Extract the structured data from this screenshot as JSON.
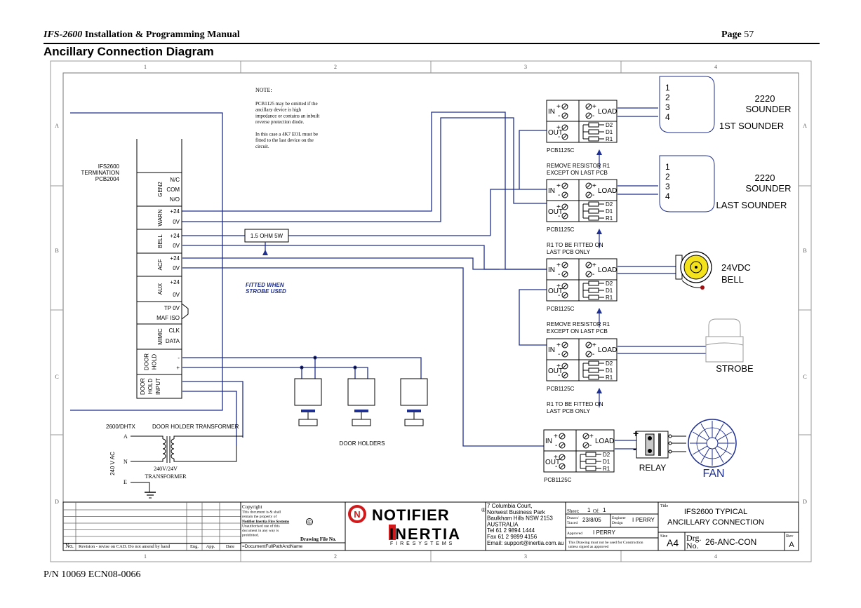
{
  "header": {
    "manual_model": "IFS-2600",
    "manual_rest": " Installation & Programming Manual",
    "page_label": "Page",
    "page_number": "57",
    "title": "Ancillary Connection Diagram"
  },
  "footer": {
    "part_number": "P/N 10069 ECN08-0066"
  },
  "grid": {
    "columns": [
      "1",
      "2",
      "3",
      "4"
    ],
    "rows": [
      "A",
      "B",
      "C",
      "D"
    ]
  },
  "note": {
    "title": "NOTE:",
    "lines": [
      "PCB1125 may be omitted if the",
      "ancillary device is high",
      "impedance or contains an inbuilt",
      "reverse protection diode.",
      "",
      "In this case a 4K7 EOL must be",
      "fitted to the last device on the",
      "circuit."
    ]
  },
  "termination": {
    "label": [
      "IFS2600",
      "TERMINATION",
      "PCB2004"
    ],
    "groups": [
      {
        "name": "GEN2",
        "terms": [
          "N/C",
          "COM",
          "N/O"
        ]
      },
      {
        "name": "WARN",
        "terms": [
          "+24",
          "0V"
        ]
      },
      {
        "name": "BELL",
        "terms": [
          "+24",
          "0V"
        ]
      },
      {
        "name": "ACF",
        "terms": [
          "+24",
          "0V"
        ]
      },
      {
        "name": "AUX",
        "terms": [
          "+24",
          "0V"
        ]
      },
      {
        "name": "",
        "terms": [
          "TP 0V",
          "MAF ISO"
        ]
      },
      {
        "name": "MIMIC",
        "terms": [
          "CLK",
          "DATA"
        ]
      },
      {
        "name": "DOOR HOLD",
        "terms": [
          "-",
          "+"
        ]
      },
      {
        "name": "DOOR HOLD INPUT",
        "terms": []
      }
    ]
  },
  "resistor": {
    "label": "1.5 OHM 5W",
    "note": [
      "FITTED  WHEN",
      "STROBE USED"
    ]
  },
  "pcb": {
    "name": "PCB1125C",
    "in": "IN",
    "out": "OUT",
    "load": "LOAD",
    "plus": "+",
    "minus": "-",
    "parts": [
      "D2",
      "D1",
      "R1"
    ]
  },
  "pcb_notes": [
    [
      "REMOVE RESISTOR R1",
      "EXCEPT ON LAST PCB"
    ],
    [
      "R1 TO BE FITTED ON",
      "LAST PCB ONLY"
    ],
    [
      "REMOVE RESISTOR R1",
      "EXCEPT ON LAST PCB"
    ],
    [
      "R1 TO BE FITTED ON",
      "LAST PCB ONLY"
    ]
  ],
  "devices": {
    "sounder_terms": [
      "1",
      "2",
      "3",
      "4"
    ],
    "sounder1": [
      "2220",
      "SOUNDER",
      "1ST SOUNDER"
    ],
    "sounder2": [
      "2220",
      "SOUNDER",
      "LAST SOUNDER"
    ],
    "bell": [
      "24VDC",
      "BELL"
    ],
    "strobe": "STROBE",
    "relay": "RELAY",
    "fan": "FAN",
    "door_holders": "DOOR HOLDERS"
  },
  "transformer": {
    "model": "2600/DHTX",
    "title": "DOOR HOLDER TRANSFORMER",
    "a": "A",
    "n": "N",
    "e": "E",
    "ac": "240 V AC",
    "ratio": [
      "240V/24V",
      "TRANSFORMER"
    ]
  },
  "titleblock": {
    "no": "No.",
    "revision": "Revision - revise on CAD.  Do not amend by hand",
    "eng": "Eng.",
    "app": "App.",
    "date": "Date",
    "copyright": [
      "Copyright",
      "This document is & shall",
      "remain the property of",
      "Notifier Inertia Fire Systems",
      "Unauthorised use of this",
      "document in any way is",
      "prohibited."
    ],
    "copyright_symbol": "©",
    "drawing_file_no": "Drawing File No.",
    "file_path": "=DocumentFullPathAndName",
    "brand1": "NOTIFIER",
    "brand_reg": "®",
    "brand2": "INERTIA",
    "brand3": "F I R E   S Y S T E M S",
    "address": [
      "7 Columbia Court,",
      "Norwest Business Park",
      "Baulkham Hills NSW 2153",
      "AUSTRALIA",
      "Tel   61 2 9894 1444",
      "Fax  61 2 9899 4156",
      "Email: support@inertia.com.au"
    ],
    "sheet": "Sheet:",
    "sheet_no": "1",
    "of": "Of:",
    "of_no": "1",
    "drawn": "Drawn/",
    "traced": "Traced",
    "drawn_date": "23/8/05",
    "engineer": "Engineer",
    "design": "Design",
    "engineer_name": "I PERRY",
    "approved": "Approved",
    "approved_name": "I PERRY",
    "warning": [
      "This Drawing must not be used for Construction",
      "unless signed as approved"
    ],
    "title_label": "Title",
    "title": [
      "IFS2600 TYPICAL",
      "ANCILLARY CONNECTION"
    ],
    "size_label": "Size",
    "size": "A4",
    "drg": "Drg.",
    "no2": "No.",
    "drg_no": "26-ANC-CON",
    "rev_label": "Rev",
    "rev": "A"
  },
  "colors": {
    "line": "#1f2f8f",
    "brand_red": "#d0191b",
    "ink": "#000000",
    "bell_yellow": "#f4e21c"
  }
}
